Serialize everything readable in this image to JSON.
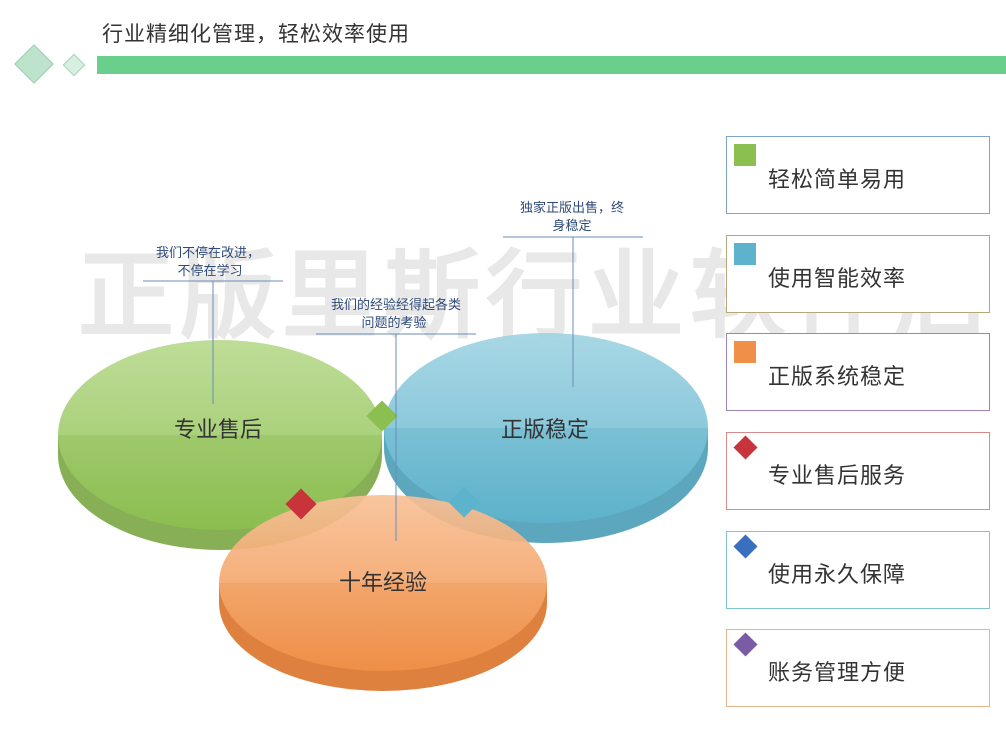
{
  "header": {
    "title": "行业精细化管理，轻松效率使用"
  },
  "watermark": {
    "text": "正版里斯行业软件店"
  },
  "colors": {
    "header_bar": "#69cf8a",
    "green": "#8bbf4f",
    "blue": "#5db3cc",
    "orange": "#f09048",
    "red": "#c9343a",
    "darkblue": "#3a6fc0",
    "purple": "#7b5aa6"
  },
  "circles": {
    "green": {
      "label": "专业售后"
    },
    "blue": {
      "label": "正版稳定"
    },
    "orange": {
      "label": "十年经验"
    }
  },
  "callouts": {
    "left": {
      "line1": "我们不停在改进，",
      "line2": "不停在学习"
    },
    "middle": {
      "line1": "我们的经验经得起各类",
      "line2": "问题的考验"
    },
    "right": {
      "line1": "独家正版出售，终",
      "line2": "身稳定"
    }
  },
  "legend": [
    {
      "label": "轻松简单易用",
      "marker": "square",
      "color": "#8bbf4f",
      "border": "#7ea6cc"
    },
    {
      "label": "使用智能效率",
      "marker": "square",
      "color": "#5db3cc",
      "border": "#b5a77a"
    },
    {
      "label": "正版系统稳定",
      "marker": "square",
      "color": "#f09048",
      "border": "#9a84b8"
    },
    {
      "label": "专业售后服务",
      "marker": "diamond",
      "color": "#c9343a",
      "border": "#d98a8a"
    },
    {
      "label": "使用永久保障",
      "marker": "diamond",
      "color": "#3a6fc0",
      "border": "#7fc4cf"
    },
    {
      "label": "账务管理方便",
      "marker": "diamond",
      "color": "#7b5aa6",
      "border": "#e6b590"
    }
  ]
}
